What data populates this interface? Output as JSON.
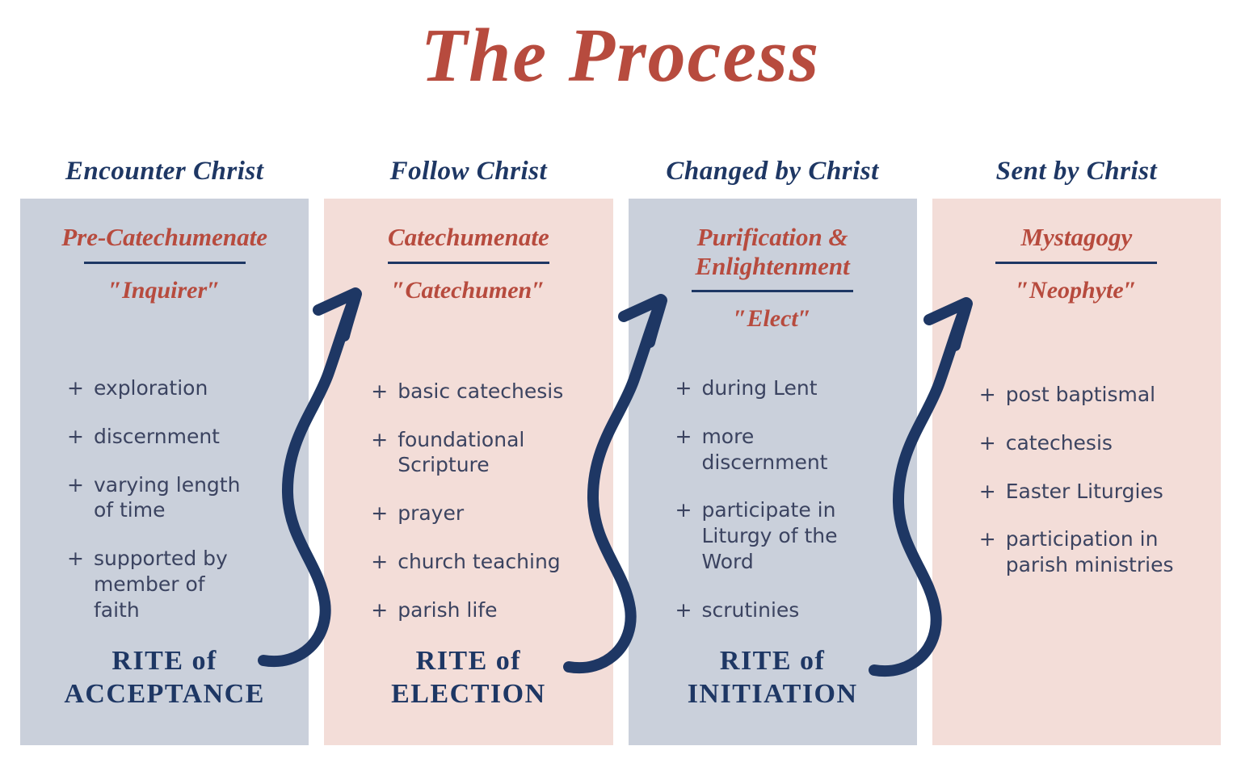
{
  "title": "The Process",
  "colors": {
    "red": "#b74b3e",
    "navy": "#1e3764",
    "item_text": "#3b4360",
    "panel_gray": "#cad0db",
    "panel_pink": "#f3ddd8",
    "background": "#ffffff"
  },
  "bullet": "+",
  "columns": [
    {
      "header": "Encounter Christ",
      "phase": "Pre-Catechumenate",
      "name": "″Inquirer″",
      "items": [
        "exploration",
        "discernment",
        "varying length\nof time",
        "supported by\nmember of\nfaith"
      ],
      "rite_line1": "RITE of",
      "rite_line2": "ACCEPTANCE"
    },
    {
      "header": "Follow Christ",
      "phase": "Catechumenate",
      "name": "″Catechumen″",
      "items": [
        "basic catechesis",
        "foundational\nScripture",
        "prayer",
        "church teaching",
        "parish life"
      ],
      "rite_line1": "RITE of",
      "rite_line2": "ELECTION"
    },
    {
      "header": "Changed by Christ",
      "phase": "Purification &\nEnlightenment",
      "name": "″Elect″",
      "items": [
        "during Lent",
        "more\ndiscernment",
        "participate in\nLiturgy of the\nWord",
        "scrutinies"
      ],
      "rite_line1": "RITE of",
      "rite_line2": "INITIATION"
    },
    {
      "header": "Sent by Christ",
      "phase": "Mystagogy",
      "name": "″Neophyte″",
      "items": [
        "post baptismal",
        "catechesis",
        "Easter Liturgies",
        "participation in\nparish ministries"
      ]
    }
  ]
}
